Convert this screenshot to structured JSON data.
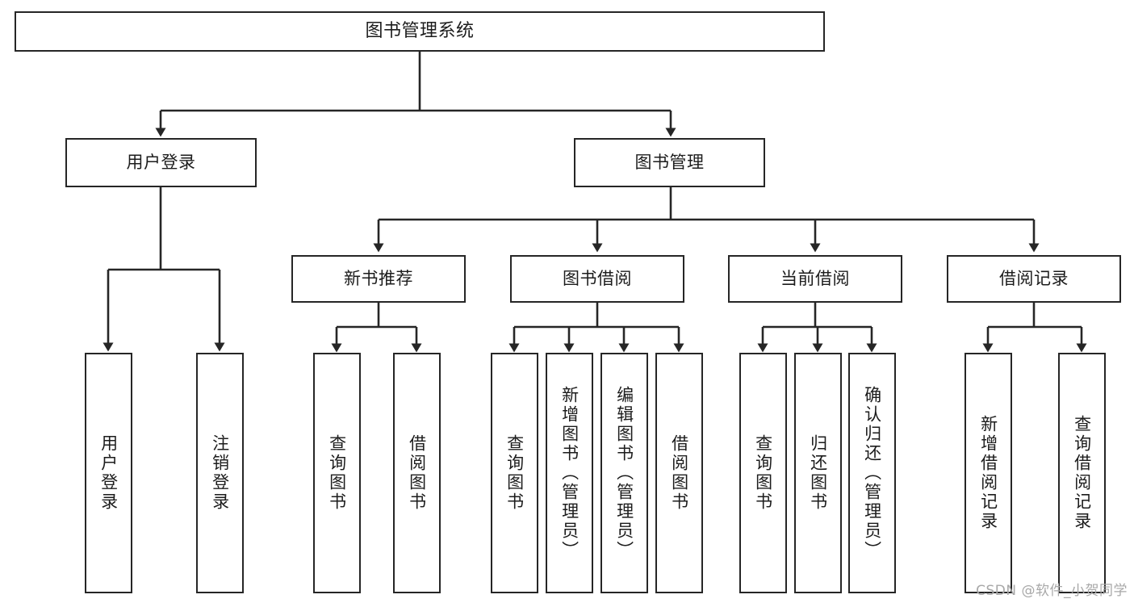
{
  "diagram": {
    "title": "图书管理系统",
    "type": "tree",
    "orientation": "top-down",
    "colors": {
      "box_border": "#262626",
      "box_fill": "#ffffff",
      "edge": "#262626",
      "text": "#1c1c1c",
      "watermark": "#a8a8a8",
      "background": "#ffffff"
    }
  },
  "nodes": {
    "root": {
      "label": "图书管理系统"
    },
    "level2": [
      {
        "label": "用户登录"
      },
      {
        "label": "图书管理"
      }
    ],
    "level3": [
      {
        "label": "新书推荐"
      },
      {
        "label": "图书借阅"
      },
      {
        "label": "当前借阅"
      },
      {
        "label": "借阅记录"
      }
    ],
    "leaves": {
      "user_login": [
        {
          "label": "用户登录"
        },
        {
          "label": "注销登录"
        }
      ],
      "new_book_recommend": [
        {
          "label": "查询图书"
        },
        {
          "label": "借阅图书"
        }
      ],
      "book_borrow": [
        {
          "label": "查询图书"
        },
        {
          "label": "新增图书（管理员）"
        },
        {
          "label": "编辑图书（管理员）"
        },
        {
          "label": "借阅图书"
        }
      ],
      "current_borrow": [
        {
          "label": "查询图书"
        },
        {
          "label": "归还图书"
        },
        {
          "label": "确认归还（管理员）"
        }
      ],
      "borrow_record": [
        {
          "label": "新增借阅记录"
        },
        {
          "label": "查询借阅记录"
        }
      ]
    }
  },
  "watermark": {
    "text": "CSDN @软件_小贺同学"
  }
}
